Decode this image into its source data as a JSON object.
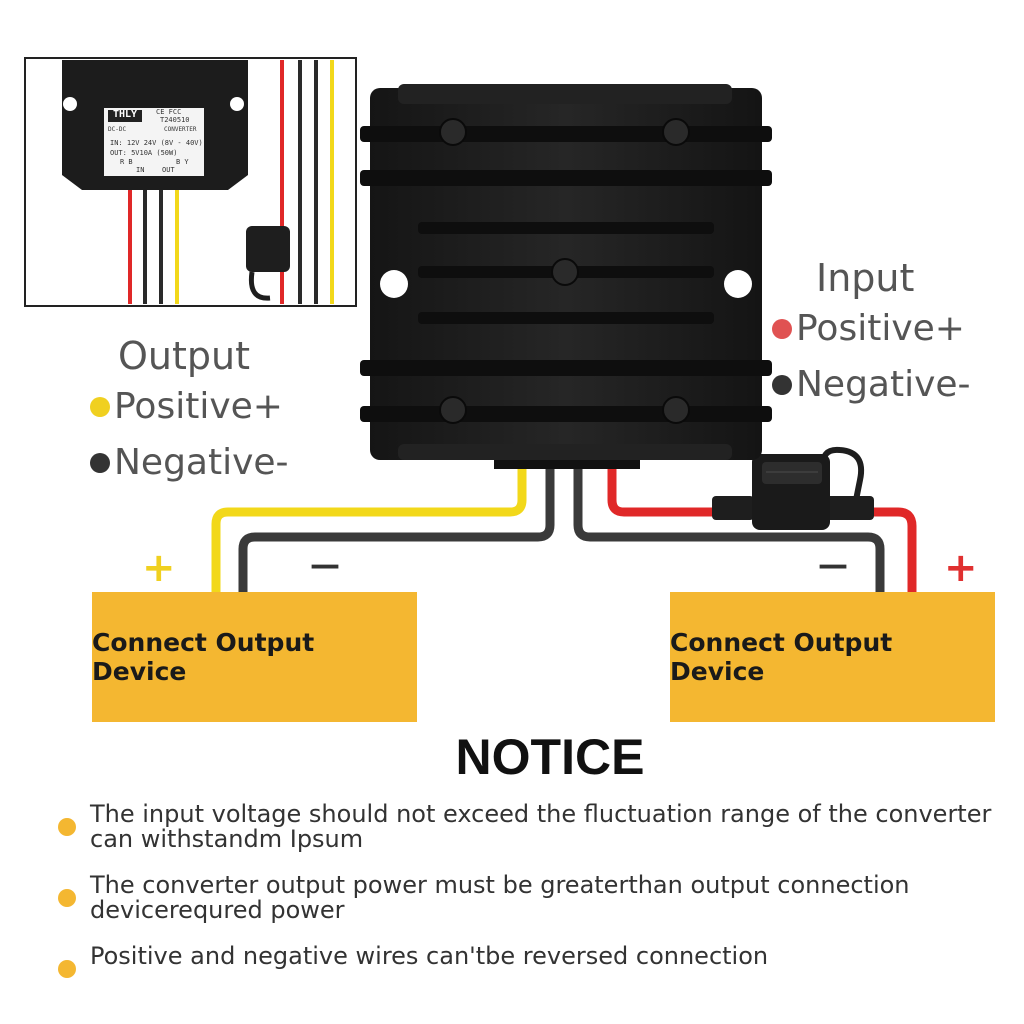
{
  "inset": {
    "brand": "THLY",
    "cert": "CE FCC",
    "model": "T240510",
    "type_left": "DC-DC",
    "type_right": "CONVERTER",
    "input_spec": "IN: 12V 24V  (8V - 40V)",
    "output_spec": "OUT: 5V10A (50W)",
    "terminal_left": "R B",
    "terminal_right": "B Y",
    "in_label": "IN",
    "out_label": "OUT"
  },
  "legend_input": {
    "title": "Input",
    "positive": "Positive+",
    "negative": "Negative-",
    "positive_color": "#e05252",
    "negative_color": "#333333"
  },
  "legend_output": {
    "title": "Output",
    "positive": "Positive+",
    "negative": "Negative-",
    "positive_color": "#f0d020",
    "negative_color": "#333333"
  },
  "left_device": {
    "label": "Connect Output Device",
    "plus": "+",
    "minus": "—",
    "plus_color": "#f0d020"
  },
  "right_device": {
    "label": "Connect Output Device",
    "plus": "+",
    "minus": "—",
    "plus_color": "#e03030"
  },
  "colors": {
    "device_box": "#f4b731",
    "wire_red": "#e02828",
    "wire_yellow": "#f2d81a",
    "wire_black": "#3a3a3a",
    "converter_body": "#1c1c1c"
  },
  "notice": {
    "title": "NOTICE",
    "items": [
      "The input voltage should not exceed the fluctuation range of the converter can withstandm Ipsum",
      "The converter output power must be greaterthan output connection devicerequred power",
      "Positive and negative wires can'tbe reversed connection"
    ]
  }
}
